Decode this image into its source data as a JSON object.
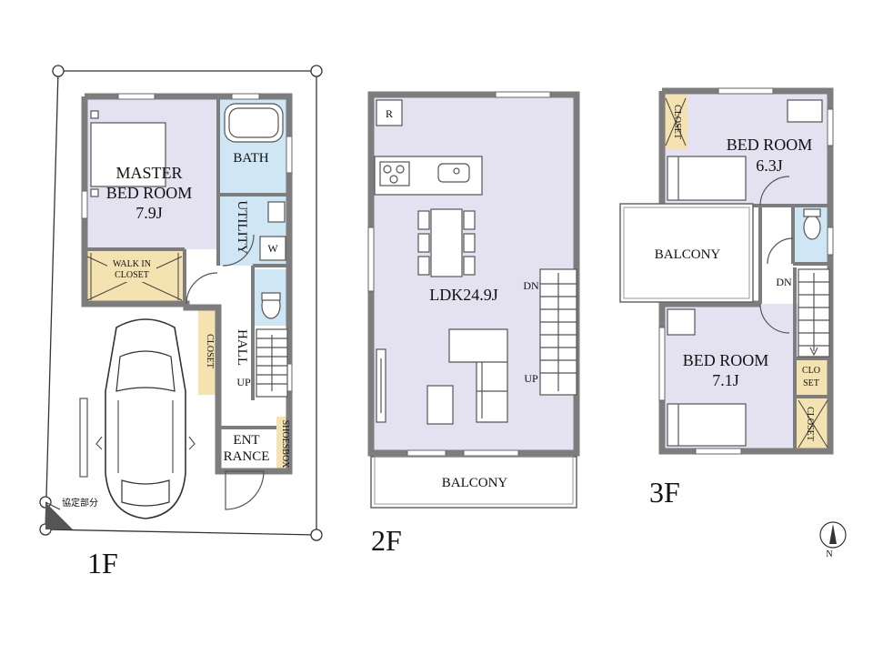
{
  "floors": [
    {
      "id": "1f",
      "label": "1F"
    },
    {
      "id": "2f",
      "label": "2F"
    },
    {
      "id": "3f",
      "label": "3F"
    }
  ],
  "rooms_1f": {
    "master_bed": {
      "name_line1": "MASTER",
      "name_line2": "BED ROOM",
      "size": "7.9J"
    },
    "walk_in": {
      "line1": "WALK IN",
      "line2": "CLOSET"
    },
    "bath": "BATH",
    "utility": "UTILITY",
    "washer": "W",
    "hall": "HALL",
    "closet": "CLOSET",
    "stairs_up": "UP",
    "entrance": {
      "line1": "ENT",
      "line2": "RANCE"
    },
    "shoesbox": "SHOESBOX",
    "boundary_note": "協定部分"
  },
  "rooms_2f": {
    "refrigerator": "R",
    "ldk": "LDK24.9J",
    "stairs_dn": "DN",
    "stairs_up": "UP",
    "balcony": "BALCONY"
  },
  "rooms_3f": {
    "bed1": {
      "name": "BED ROOM",
      "size": "6.3J"
    },
    "closet_top": "CLOSET",
    "balcony": "BALCONY",
    "stairs_dn": "DN",
    "bed2": {
      "name": "BED ROOM",
      "size": "7.1J"
    },
    "clo_set": {
      "line1": "CLO",
      "line2": "SET"
    },
    "closet_bottom": "CLOSET"
  },
  "compass": {
    "north": "N"
  },
  "colors": {
    "room": "#e4e1f1",
    "wet": "#cfe6f4",
    "closet": "#f4e3b0",
    "wall": "#7d7d7d"
  }
}
